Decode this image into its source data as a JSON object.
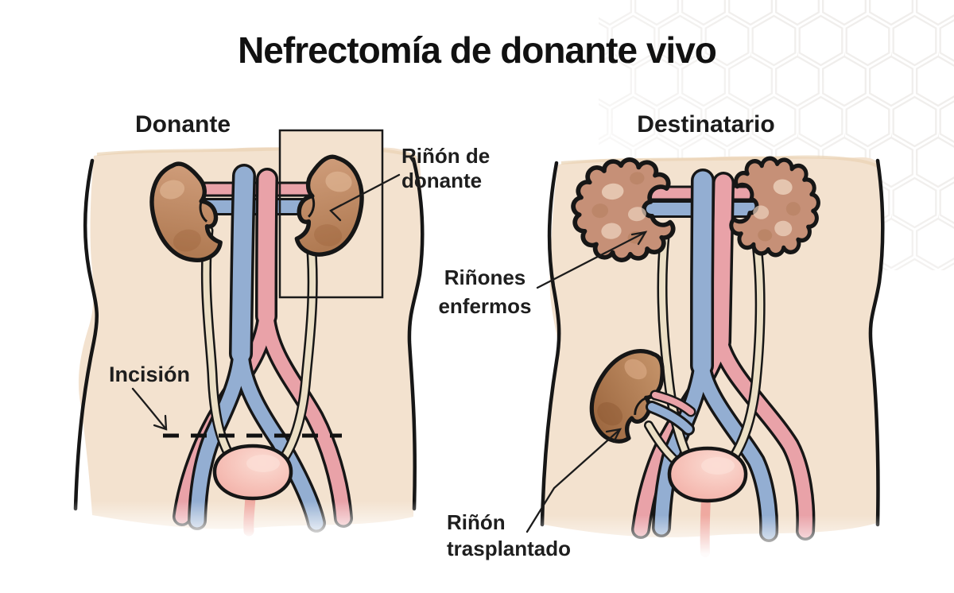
{
  "title": "Nefrectomía de donante vivo",
  "donor_panel": {
    "heading": "Donante",
    "donor_kidney_label": {
      "line1": "Riñón de",
      "line2": "donante"
    },
    "incision_label": "Incisión"
  },
  "recipient_panel": {
    "heading": "Destinatario",
    "diseased_kidneys_label": {
      "line1": "Riñones",
      "line2": "enfermos"
    },
    "transplanted_kidney_label": {
      "line1": "Riñón",
      "line2": "trasplantado"
    }
  },
  "colors": {
    "background": "#ffffff",
    "hexagon_pattern": "#f0eeec",
    "text": "#1d1d1d",
    "outline_black": "#161616",
    "skin_beige": "#f3e2cf",
    "skin_edge": "#e9d3b4",
    "vein_blue": "#93aed2",
    "artery_red": "#e9a2a8",
    "kidney_brown": "#c08a66",
    "kidney_brown_dark": "#a8714c",
    "diseased_kidney_brown": "#c69077",
    "ureter_cream": "#ebdfc5",
    "bladder_pink": "#f4b3ab"
  }
}
